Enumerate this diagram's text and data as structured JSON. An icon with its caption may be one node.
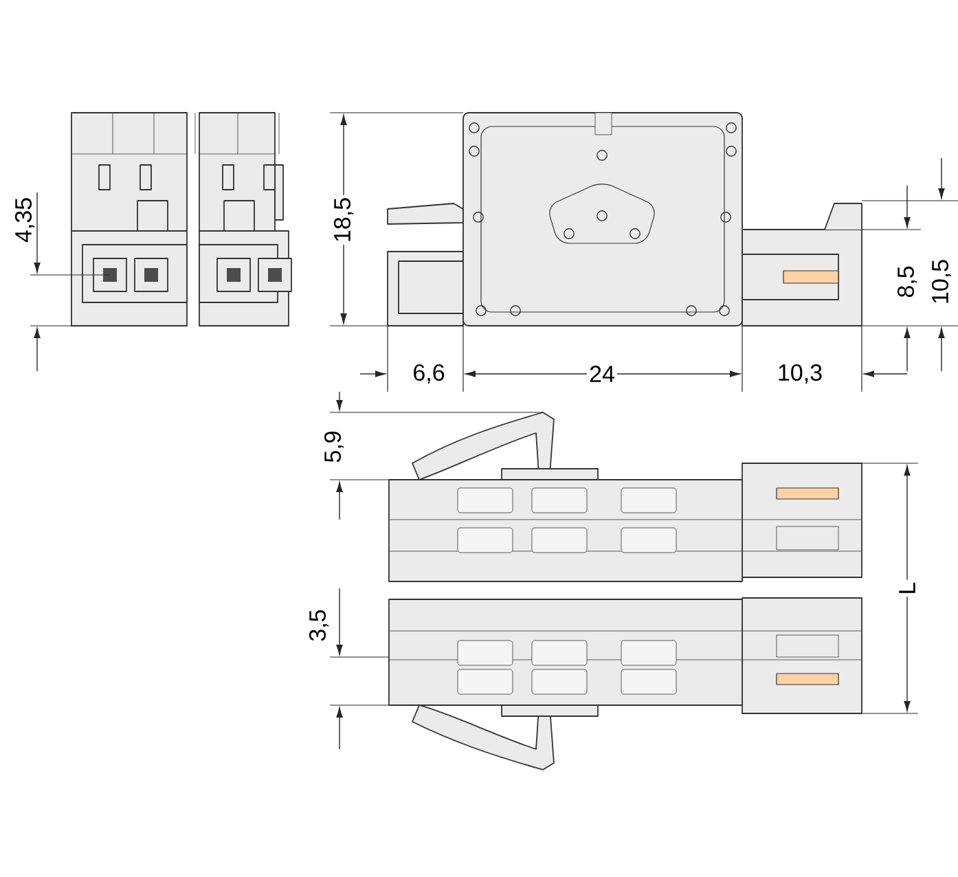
{
  "diagram": {
    "labels": [
      "4,35",
      "18,5",
      "8,5",
      "10,5",
      "6,6",
      "24",
      "10,3",
      "5,9",
      "3,5",
      "L"
    ]
  }
}
